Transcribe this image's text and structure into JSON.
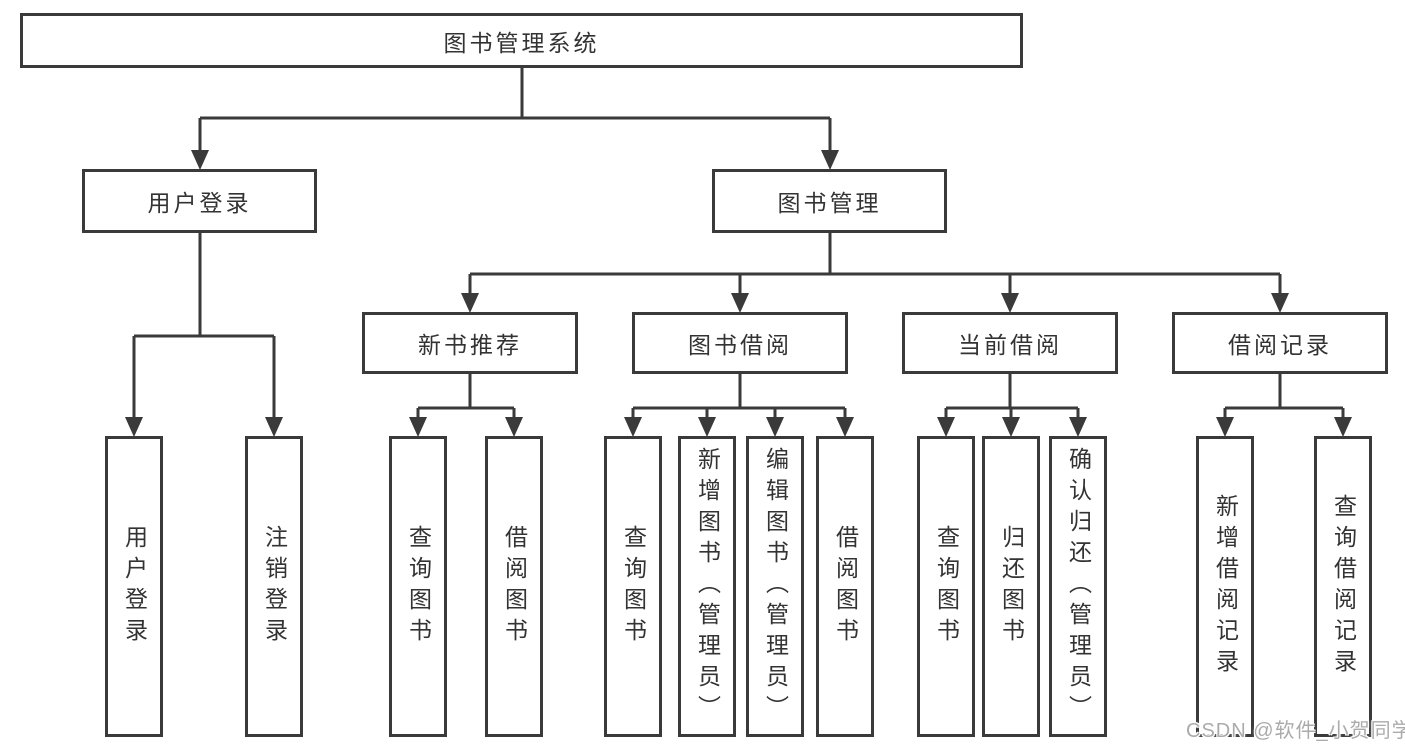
{
  "diagram": {
    "title": "图书管理系统",
    "branches": [
      {
        "label": "用户登录",
        "children": [
          {
            "label": "用户登录"
          },
          {
            "label": "注销登录"
          }
        ]
      },
      {
        "label": "图书管理",
        "children": [
          {
            "label": "新书推荐",
            "children": [
              {
                "label": "查询图书"
              },
              {
                "label": "借阅图书"
              }
            ]
          },
          {
            "label": "图书借阅",
            "children": [
              {
                "label": "查询图书"
              },
              {
                "label": "新增图书（管理员）"
              },
              {
                "label": "编辑图书（管理员）"
              },
              {
                "label": "借阅图书"
              }
            ]
          },
          {
            "label": "当前借阅",
            "children": [
              {
                "label": "查询图书"
              },
              {
                "label": "归还图书"
              },
              {
                "label": "确认归还（管理员）"
              }
            ]
          },
          {
            "label": "借阅记录",
            "children": [
              {
                "label": "新增借阅记录"
              },
              {
                "label": "查询借阅记录"
              }
            ]
          }
        ]
      }
    ]
  },
  "watermark": "CSDN @软件_小贺同学",
  "colors": {
    "line": "#3a3a3a",
    "box_border": "#3a3a3a",
    "box_background": "#ffffff",
    "text": "#333333",
    "watermark_text": "#ababab",
    "page_background": "#ffffff"
  }
}
